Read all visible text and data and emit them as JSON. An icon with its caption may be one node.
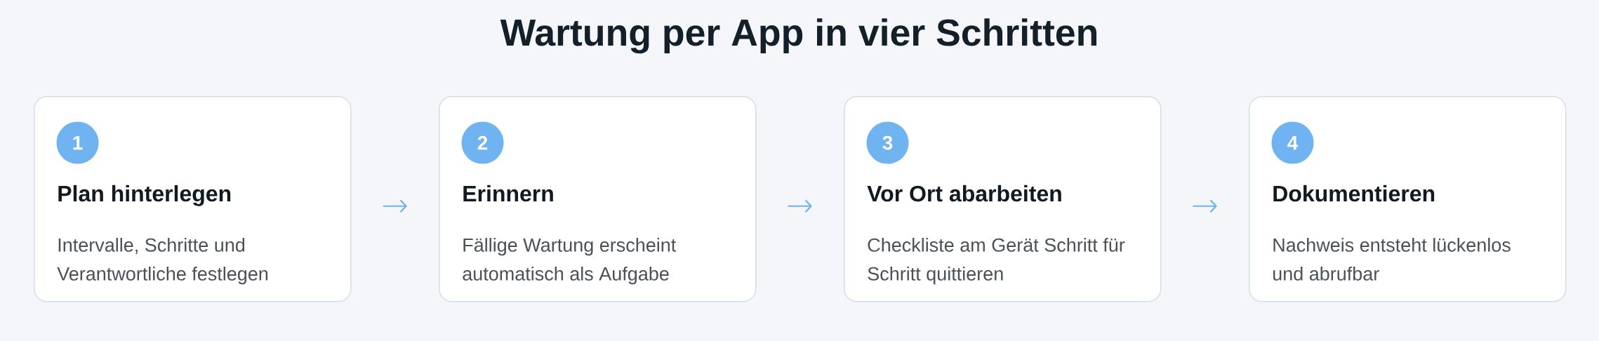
{
  "diagram": {
    "title": "Wartung per App in vier Schritten",
    "nodes": [
      {
        "text": [
          "Plan hinterlegen",
          "Intervalle, Schritte und Verantwortliche festlegen"
        ]
      },
      {
        "text": [
          "1"
        ],
        "in": 0
      },
      {
        "text": [
          "Erinnern",
          "Fällige Wartung erscheint automatisch als Aufgabe"
        ]
      },
      {
        "text": [
          "2"
        ],
        "in": 2
      },
      {
        "text": [
          "Vor Ort abarbeiten",
          "Checkliste am Gerät Schritt für Schritt quittieren"
        ]
      },
      {
        "text": [
          "3"
        ],
        "in": 4
      },
      {
        "text": [
          "Dokumentieren",
          "Nachweis entsteht lückenlos und abrufbar"
        ]
      },
      {
        "text": [
          "4"
        ],
        "in": 6
      }
    ],
    "edges": [
      {
        "from": 0,
        "to": 2,
        "arrow": "to"
      },
      {
        "from": 2,
        "to": 4,
        "arrow": "to"
      },
      {
        "from": 4,
        "to": 6,
        "arrow": "to"
      }
    ]
  }
}
